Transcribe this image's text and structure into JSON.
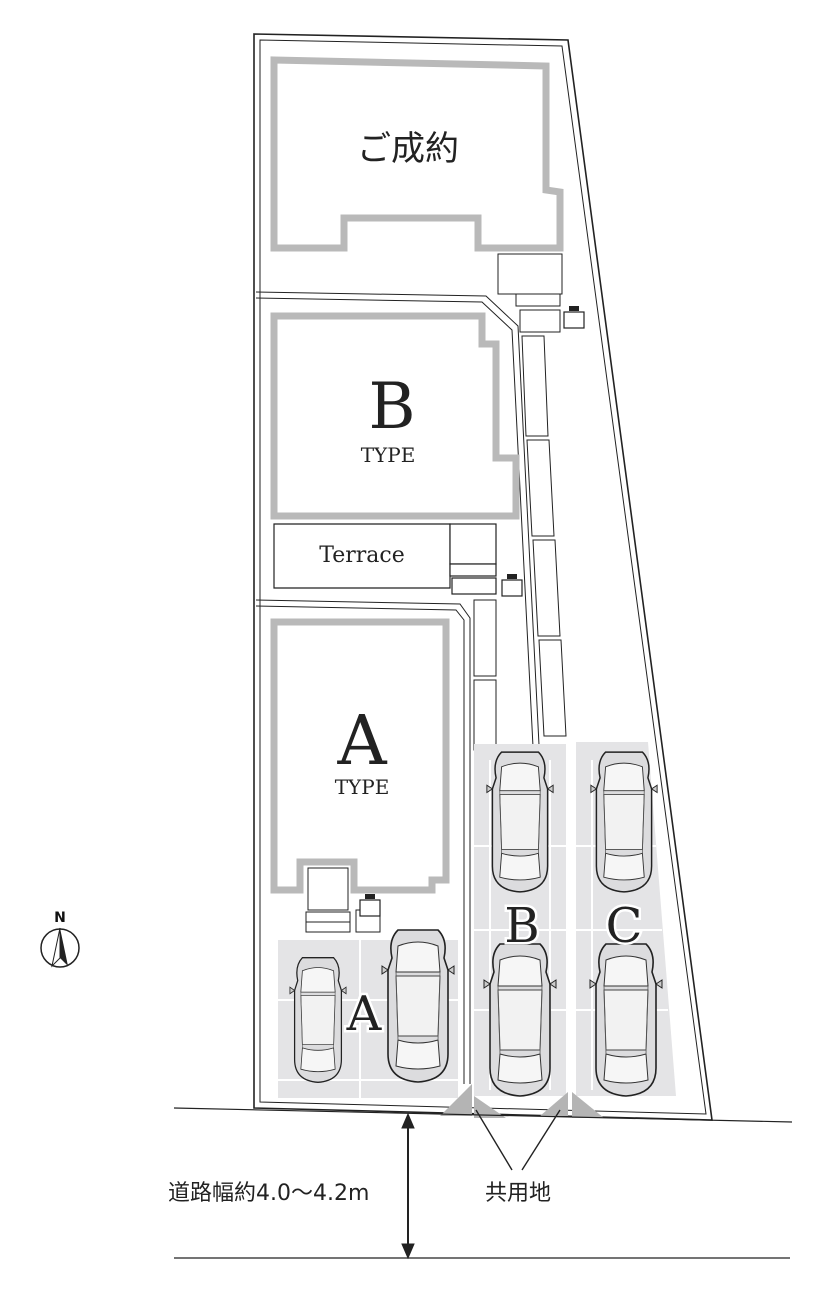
{
  "sold_lot_label": "ご成約",
  "type_b": {
    "letter": "B",
    "word": "TYPE"
  },
  "terrace_label": "Terrace",
  "type_a": {
    "letter": "A",
    "word": "TYPE"
  },
  "parking": {
    "a": "A",
    "b": "B",
    "c": "C"
  },
  "north_label": "N",
  "road_width_label": "道路幅約4.0〜4.2m",
  "shared_land_label": "共用地",
  "colors": {
    "wall": "#b9b9b9",
    "parking_fill": "#e4e4e6",
    "line": "#222222"
  }
}
